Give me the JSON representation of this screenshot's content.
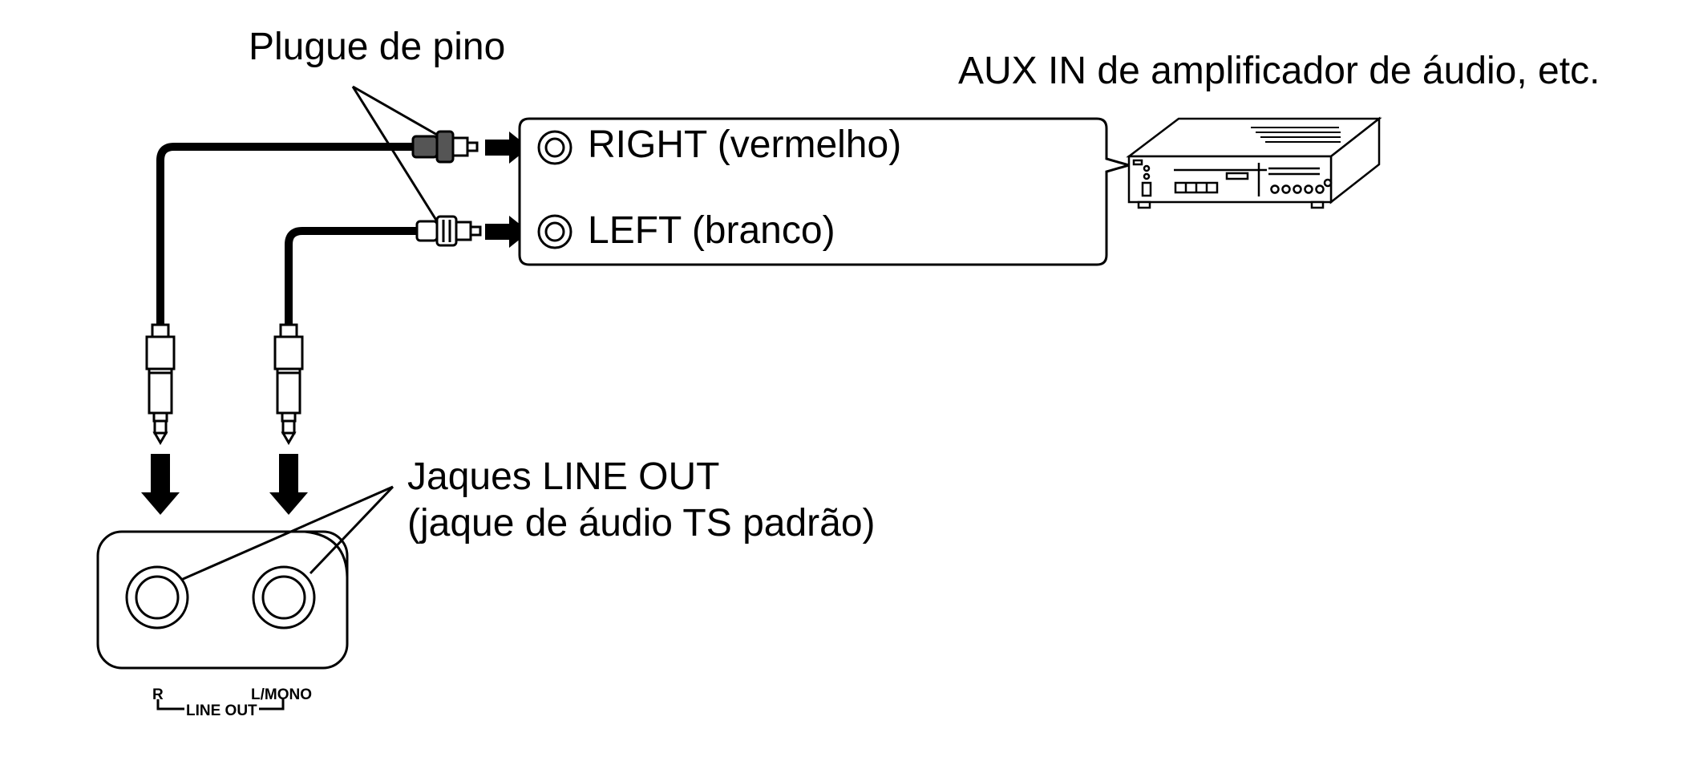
{
  "labels": {
    "plug": "Plugue de pino",
    "aux_in": "AUX IN de amplificador de áudio, etc.",
    "right": "RIGHT (vermelho)",
    "left": "LEFT (branco)",
    "line_out_line1": "Jaques LINE OUT",
    "line_out_line2": "(jaque de áudio TS padrão)"
  },
  "panel_labels": {
    "r": "R",
    "line_out": "LINE OUT",
    "l_mono": "L/MONO"
  },
  "colors": {
    "stroke": "#000000",
    "red_plug_fill": "#555555",
    "white_plug_fill": "#ffffff"
  }
}
